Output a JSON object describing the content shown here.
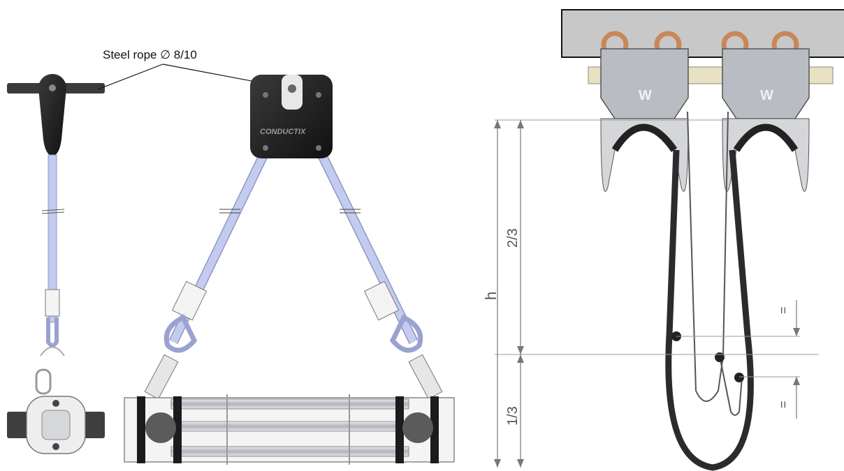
{
  "labels": {
    "steel_rope": "Steel rope ∅ 8/10",
    "height": "h",
    "two_thirds": "2/3",
    "one_third": "1/3",
    "equal_upper": "=",
    "equal_lower": "="
  },
  "trolley_marks": {
    "left": "W",
    "right": "W"
  },
  "colors": {
    "rope_blue": "#c3cbef",
    "dark_rubber": "#252525",
    "metal_grey": "#b9bcc2",
    "rail_grey": "#c8c8c8",
    "copper_hook": "#c9875a",
    "ivory_roller": "#e8e2c2"
  }
}
